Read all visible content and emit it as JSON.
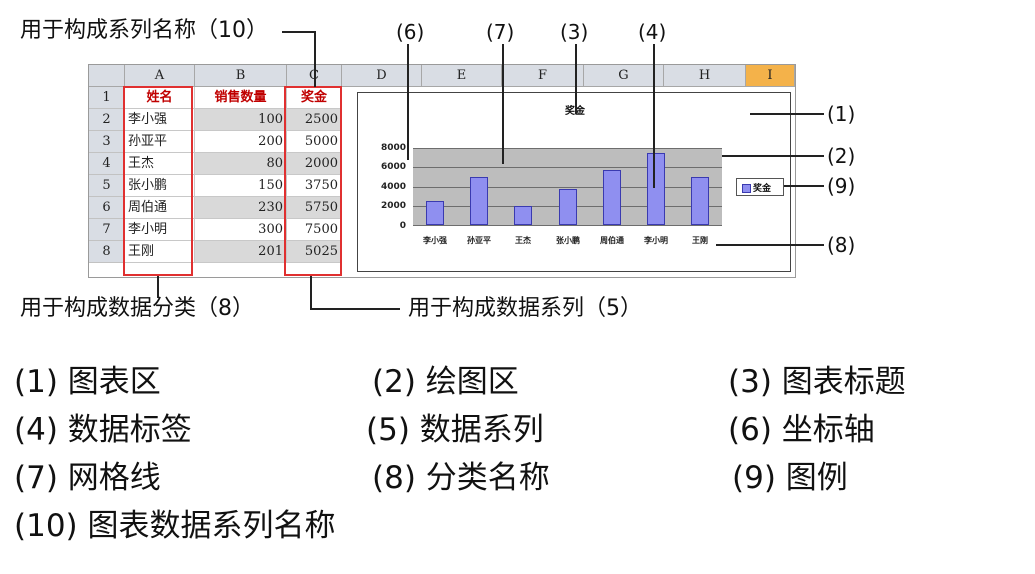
{
  "callouts": {
    "series_name_label": "用于构成系列名称（10）",
    "category_label": "用于构成数据分类（8）",
    "data_series_label": "用于构成数据系列（5）",
    "n1": "(1)",
    "n2": "(2)",
    "n3": "(3)",
    "n4": "(4)",
    "n6": "(6)",
    "n7": "(7)",
    "n8": "(8)",
    "n9": "(9)"
  },
  "sheet": {
    "columns": [
      "A",
      "B",
      "C",
      "D",
      "E",
      "F",
      "G",
      "H",
      "I"
    ],
    "rows": [
      "1",
      "2",
      "3",
      "4",
      "5",
      "6",
      "7",
      "8"
    ],
    "header": [
      "姓名",
      "销售数量",
      "奖金"
    ],
    "data": [
      [
        "李小强",
        "100",
        "2500"
      ],
      [
        "孙亚平",
        "200",
        "5000"
      ],
      [
        "王杰",
        "80",
        "2000"
      ],
      [
        "张小鹏",
        "150",
        "3750"
      ],
      [
        "周伯通",
        "230",
        "5750"
      ],
      [
        "李小明",
        "300",
        "7500"
      ],
      [
        "王刚",
        "201",
        "5025"
      ]
    ]
  },
  "chart_data": {
    "type": "bar",
    "title": "奖金",
    "categories": [
      "李小强",
      "孙亚平",
      "王杰",
      "张小鹏",
      "周伯通",
      "李小明",
      "王刚"
    ],
    "series": [
      {
        "name": "奖金",
        "values": [
          2500,
          5000,
          2000,
          3750,
          5750,
          7500,
          5025
        ]
      }
    ],
    "yticks": [
      "8000",
      "6000",
      "4000",
      "2000",
      "0"
    ],
    "ylim": [
      0,
      8000
    ],
    "grid": true,
    "legend": "right"
  },
  "legend_items": [
    [
      "(1) 图表区",
      "(2) 绘图区",
      "(3) 图表标题"
    ],
    [
      "(4) 数据标签",
      "(5) 数据系列",
      "(6) 坐标轴"
    ],
    [
      "(7) 网格线",
      "(8) 分类名称",
      "(9) 图例"
    ],
    [
      "(10) 图表数据系列名称"
    ]
  ],
  "colors": {
    "bar": "#8f8ff0",
    "highlight": "#e03030",
    "plot": "#bdbdbd"
  }
}
